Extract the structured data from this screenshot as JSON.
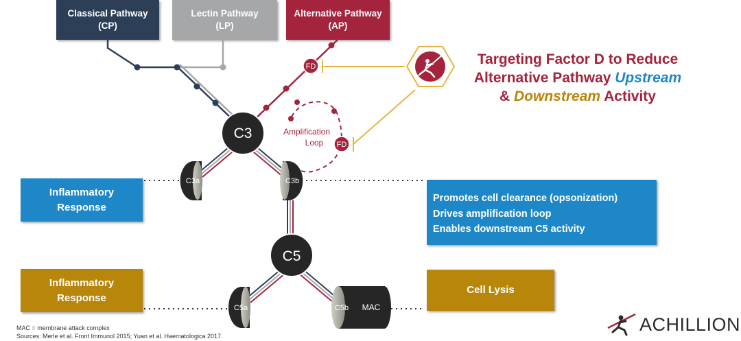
{
  "pathways": [
    {
      "name": "Classical Pathway",
      "abbr": "(CP)"
    },
    {
      "name": "Lectin Pathway",
      "abbr": "(LP)"
    },
    {
      "name": "Alternative Pathway",
      "abbr": "(AP)"
    }
  ],
  "nodes": {
    "c3": "C3",
    "c5": "C5",
    "c3a": "C3a",
    "c3b": "C3b",
    "c5a": "C5a",
    "c5b": "C5b",
    "mac": "MAC",
    "fd_upper": "FD",
    "fd_lower": "FD"
  },
  "amplification_loop": {
    "line1": "Amplification",
    "line2": "Loop"
  },
  "headline": {
    "line1": "Targeting Factor D to Reduce",
    "line2_prefix": "Alternative Pathway ",
    "line2_emph": "Upstream",
    "line3_prefix": "& ",
    "line3_emph": "Downstream",
    "line3_suffix": " Activity"
  },
  "boxes": {
    "inflammatory_1": {
      "line1": "Inflammatory",
      "line2": "Response"
    },
    "inflammatory_2": {
      "line1": "Inflammatory",
      "line2": "Response"
    },
    "cell_lysis": "Cell Lysis",
    "promotes": [
      "Promotes cell clearance (opsonization)",
      "Drives amplification loop",
      "Enables downstream C5 activity"
    ]
  },
  "footnotes": {
    "line1": "MAC = membrane attack complex",
    "line2": "Sources: Merle et al. Front Immunol 2015; Yuan et al. Haematologica 2017."
  },
  "logo": "ACHILLION",
  "colors": {
    "classical": "#2d3e57",
    "lectin": "#a6a7a9",
    "alternative": "#a3243c",
    "blue": "#1e87c8",
    "gold": "#b8860b",
    "node": "#262626"
  }
}
